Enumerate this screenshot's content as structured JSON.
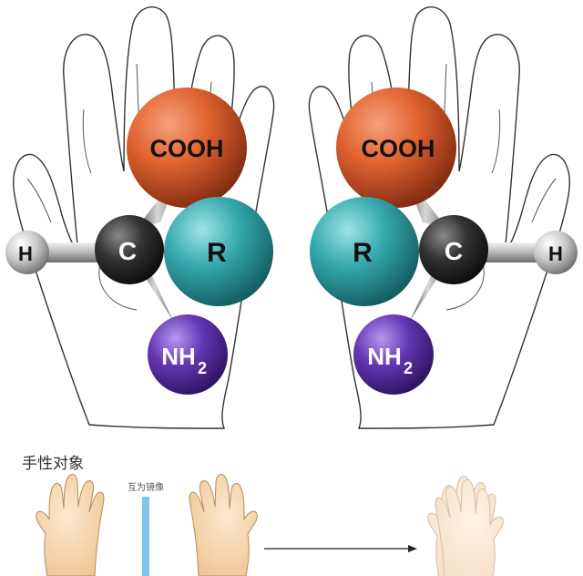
{
  "molecules": [
    {
      "side": "left",
      "atoms": {
        "h": "H",
        "c": "C",
        "cooh": "COOH",
        "r": "R",
        "nh2_main": "NH",
        "nh2_sub": "2"
      }
    },
    {
      "side": "right",
      "atoms": {
        "h": "H",
        "c": "C",
        "cooh": "COOH",
        "r": "R",
        "nh2_main": "NH",
        "nh2_sub": "2"
      }
    }
  ],
  "caption": {
    "title": "手性对象",
    "mirror_label": "互为镜像"
  },
  "colors": {
    "cooh": "#d9552b",
    "r": "#2e9fa5",
    "nh2": "#5b34a8",
    "carbon": "#2b2b2b",
    "hydrogen": "#cfcfcf",
    "mirror": "#7fc4ea",
    "skin": "#f7d8b0"
  }
}
